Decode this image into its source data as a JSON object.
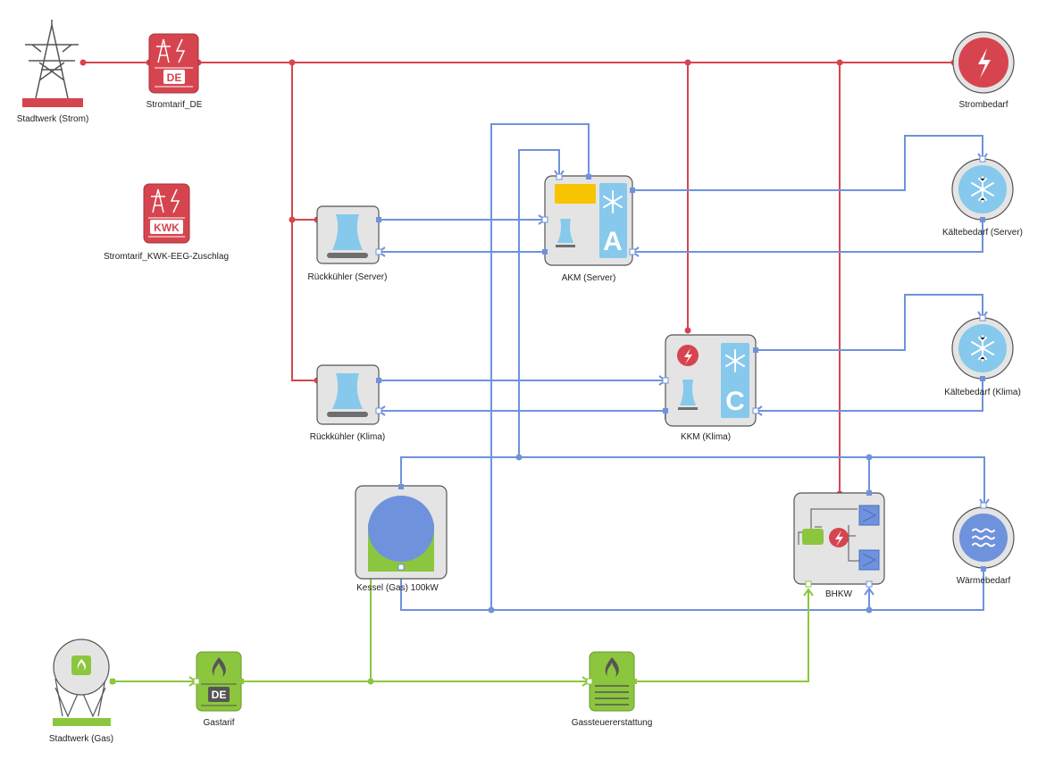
{
  "colors": {
    "electric": "#d6454f",
    "heat": "#6f92dc",
    "gas": "#8cc63e",
    "cold": "#86c9ec",
    "node_fill": "#e4e4e4",
    "node_stroke": "#555555",
    "yellow": "#f6c400"
  },
  "nodes": {
    "stadtwerk_strom": {
      "label": "Stadtwerk (Strom)",
      "icon": "power-pylon-icon"
    },
    "stromtarif_de": {
      "label": "Stromtarif_DE",
      "badge": "DE",
      "icon": "electric-tariff-icon"
    },
    "stromtarif_kwk": {
      "label": "Stromtarif_KWK-EEG-Zuschlag",
      "badge": "KWK",
      "icon": "electric-tariff-icon"
    },
    "strombedarf": {
      "label": "Strombedarf",
      "icon": "lightning-icon"
    },
    "kaeltebedarf_server": {
      "label": "Kältebedarf (Server)",
      "icon": "snowflake-icon"
    },
    "kaeltebedarf_klima": {
      "label": "Kältebedarf (Klima)",
      "icon": "snowflake-icon"
    },
    "waermebedarf": {
      "label": "Wärmebedarf",
      "icon": "heat-waves-icon"
    },
    "rueckkuehler_server": {
      "label": "Rückkühler (Server)",
      "icon": "cooling-tower-icon"
    },
    "rueckkuehler_klima": {
      "label": "Rückkühler (Klima)",
      "icon": "cooling-tower-icon"
    },
    "akm_server": {
      "label": "AKM (Server)",
      "badge": "A",
      "icon": "absorption-chiller-icon"
    },
    "kkm_klima": {
      "label": "KKM (Klima)",
      "badge": "C",
      "icon": "compression-chiller-icon"
    },
    "kessel": {
      "label": "Kessel (Gas) 100kW",
      "icon": "storage-tank-icon"
    },
    "bhkw": {
      "label": "BHKW",
      "icon": "chp-unit-icon"
    },
    "stadtwerk_gas": {
      "label": "Stadtwerk (Gas)",
      "icon": "gas-tank-icon"
    },
    "gastarif": {
      "label": "Gastarif",
      "badge": "DE",
      "icon": "gas-tariff-icon"
    },
    "gassteuer": {
      "label": "Gassteuererstattung",
      "icon": "gas-tax-icon"
    }
  }
}
